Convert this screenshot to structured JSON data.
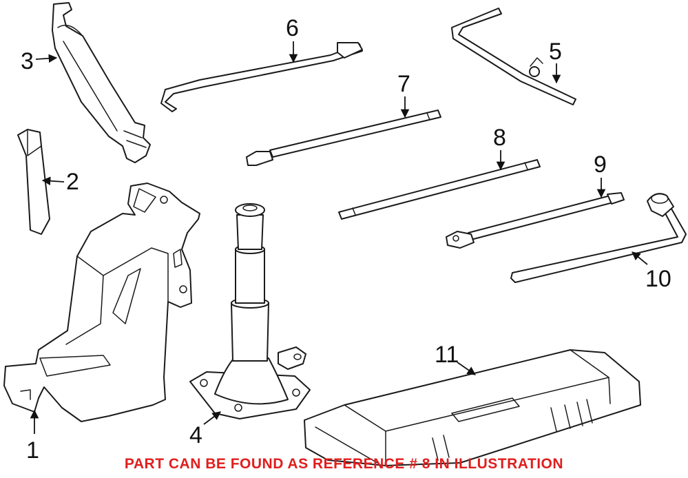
{
  "callouts": [
    "1",
    "2",
    "3",
    "4",
    "5",
    "6",
    "7",
    "8",
    "9",
    "10",
    "11"
  ],
  "note": "PART CAN BE FOUND AS REFERENCE # 8 IN ILLUSTRATION",
  "colors": {
    "note": "#e01e1e",
    "line": "#1a1a1a",
    "background": "#ffffff"
  }
}
